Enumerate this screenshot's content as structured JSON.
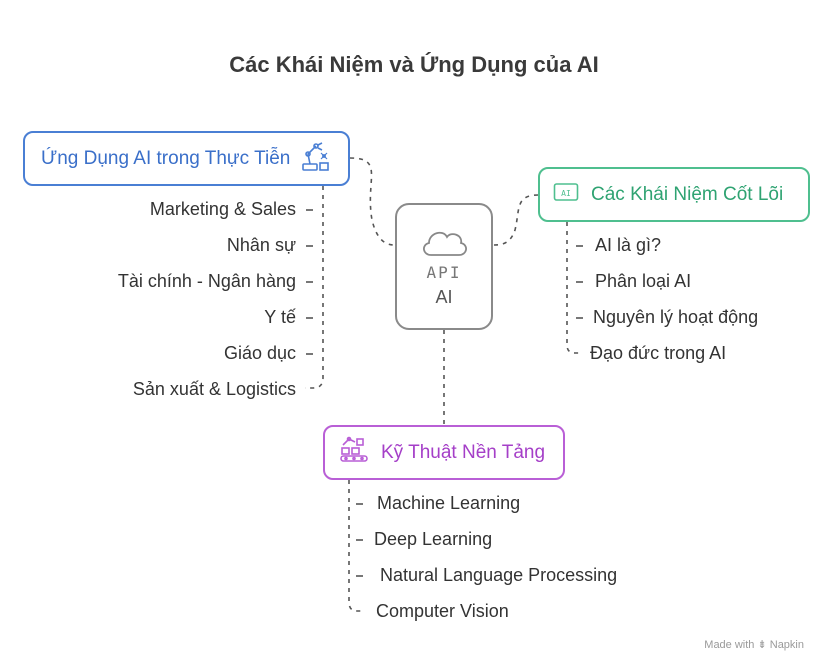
{
  "title": "Các Khái Niệm và Ứng Dụng của AI",
  "center": {
    "api_text": "API",
    "label": "AI",
    "icon": "cloud-icon"
  },
  "applications": {
    "heading": "Ứng Dụng AI trong Thực Tiễn",
    "icon": "robot-arm-icon",
    "color": "#4a7fd4",
    "items": [
      "Marketing & Sales",
      "Nhân sự",
      "Tài chính - Ngân hàng",
      "Y tế",
      "Giáo dục",
      "Sản xuất & Logistics"
    ]
  },
  "core_concepts": {
    "heading": "Các Khái Niệm Cốt Lõi",
    "icon": "ai-chip-icon",
    "icon_text": "AI",
    "color": "#4fbf8f",
    "items": [
      "AI là gì?",
      "Phân loại AI",
      "Nguyên lý hoạt động",
      "Đạo đức trong AI"
    ]
  },
  "foundations": {
    "heading": "Kỹ Thuật Nền Tảng",
    "icon": "assembly-line-icon",
    "color": "#b95fd6",
    "items": [
      "Machine Learning",
      "Deep Learning",
      "Natural Language Processing",
      "Computer Vision"
    ]
  },
  "watermark": "Made with ⇟ Napkin"
}
